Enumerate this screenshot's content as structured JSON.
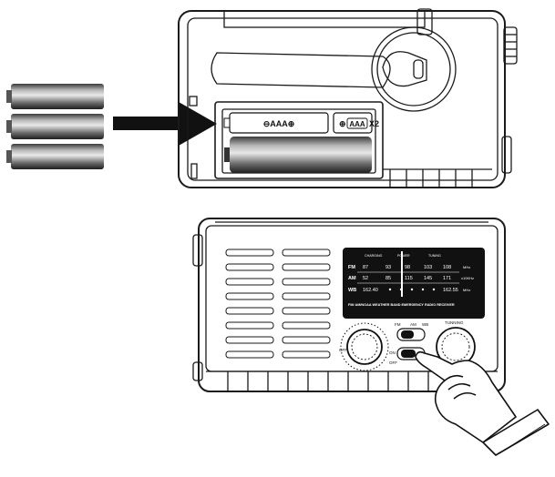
{
  "battery_compartment": {
    "polarity_label": "⊖AAA⊕",
    "battery_label": "AAA",
    "quantity_label": "X2",
    "positive_sign": "⊕"
  },
  "radio": {
    "indicators": {
      "charging": "CHARGING",
      "power": "POWER",
      "tuning": "TUNING"
    },
    "dial": {
      "rows": [
        {
          "band": "FM",
          "values": [
            "87",
            "93",
            "98",
            "103",
            "108"
          ],
          "unit": "MHz"
        },
        {
          "band": "AM",
          "values": [
            "52",
            "85",
            "115",
            "145",
            "171"
          ],
          "unit": "x10KHz"
        },
        {
          "band": "WB",
          "values": [
            "162.40",
            "",
            "",
            "",
            "",
            "",
            "162.55"
          ],
          "unit": "MHz"
        }
      ],
      "caption": "FM/ AM/NOAA WEATHER BAND EMERGENCY RADIO RECEIVER"
    },
    "band_switch": {
      "options": [
        "FM",
        "AM",
        "WB"
      ]
    },
    "power_switch": {
      "on_label": "ON",
      "off_label": "OFF"
    },
    "volume_knob": {
      "off_label": "OFF"
    },
    "tuning_knob": {
      "label": "TUNNING"
    }
  }
}
